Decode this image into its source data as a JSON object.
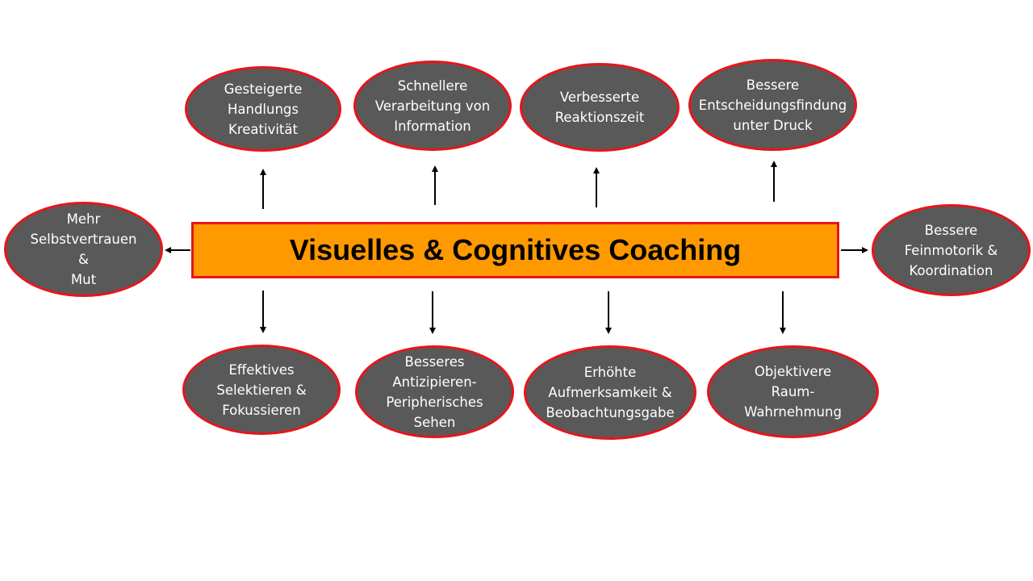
{
  "diagram": {
    "center": {
      "label": "Visuelles & Cognitives Coaching",
      "fill": "#ff9900",
      "border": "#e8141b"
    },
    "node_style": {
      "fill": "#595959",
      "border": "#e8141b",
      "text": "#ffffff"
    },
    "top_nodes": [
      {
        "label": "Gesteigerte\nHandlungs\nKreativität"
      },
      {
        "label": "Schnellere\nVerarbeitung von\nInformation"
      },
      {
        "label": "Verbesserte\nReaktionszeit"
      },
      {
        "label": "Bessere\nEntscheidungsfindung\nunter Druck"
      }
    ],
    "left_node": {
      "label": "Mehr\nSelbstvertrauen\n&\nMut"
    },
    "right_node": {
      "label": "Bessere\nFeinmotorik &\nKoordination"
    },
    "bottom_nodes": [
      {
        "label": "Effektives\nSelektieren &\nFokussieren"
      },
      {
        "label": "Besseres\nAntizipieren-\nPeripherisches\nSehen"
      },
      {
        "label": "Erhöhte\nAufmerksamkeit &\nBeobachtungsgabe"
      },
      {
        "label": "Objektivere\nRaum-\nWahrnehmung"
      }
    ]
  }
}
